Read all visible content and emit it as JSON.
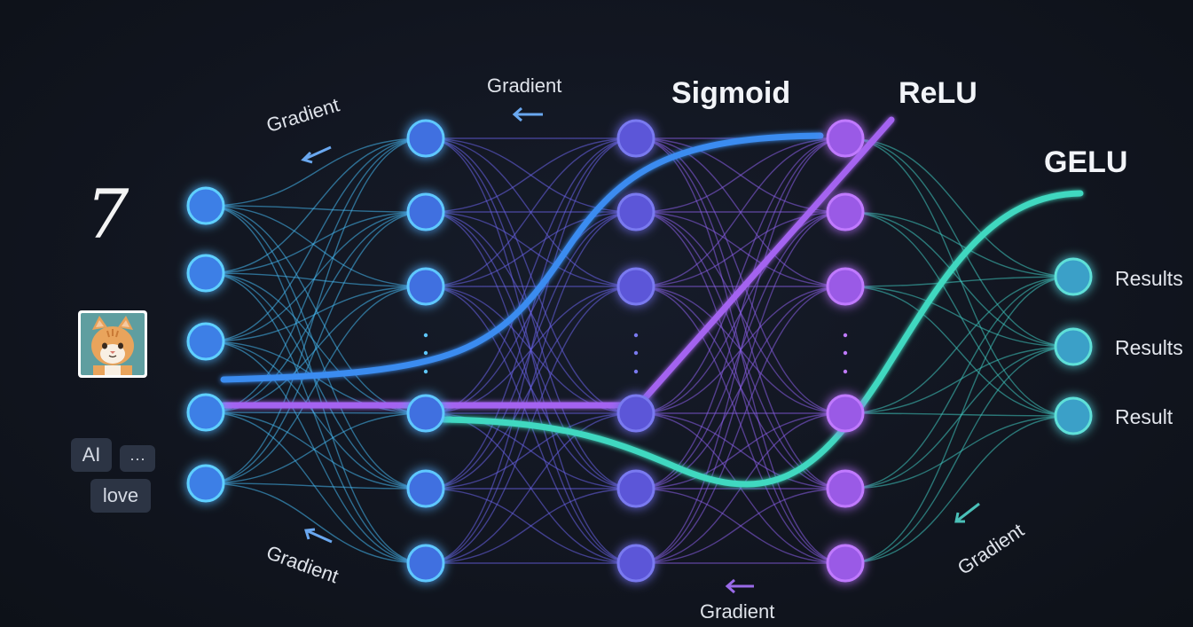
{
  "labels": {
    "gradient_top_left": "Gradient",
    "gradient_top_center": "Gradient",
    "gradient_bottom_left": "Gradient",
    "gradient_bottom_center": "Gradient",
    "gradient_bottom_right": "Gradient",
    "sigmoid": "Sigmoid",
    "relu": "ReLU",
    "gelu": "GELU",
    "result_1": "Results",
    "result_2": "Results",
    "result_3": "Result"
  },
  "inputs": {
    "digit": "7",
    "token_ai": "AI",
    "token_ellipsis": "···",
    "token_love": "love"
  },
  "network": {
    "layers": [
      5,
      7,
      7,
      7,
      3
    ],
    "ellipsis_between_nodes": [
      false,
      true,
      true,
      true,
      false
    ]
  },
  "colors": {
    "background": "#11151f",
    "input_nodes": "#3d7fe6",
    "hidden_1_nodes": "#3f6fe0",
    "hidden_2_nodes": "#5b57d8",
    "hidden_3_nodes": "#9a5ae6",
    "output_nodes": "#3aa0c8",
    "edges_left": "#45b8f0",
    "edges_middle": "#6a63e8",
    "edges_right": "#3fc8c0",
    "sigmoid_curve": "#3b8cf0",
    "relu_curve": "#a463f0",
    "gelu_curve": "#40d8c0"
  }
}
